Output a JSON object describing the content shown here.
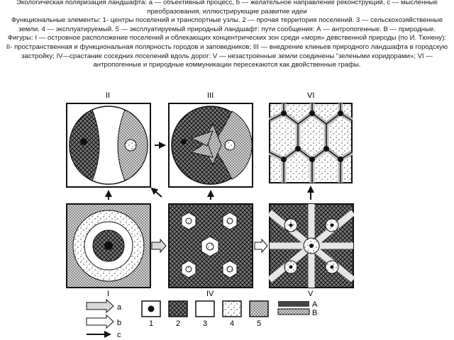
{
  "caption": {
    "line1": "Экологическая поляризация ландшафта: а — объективный процесс, b — желательное направление реконструкций, с — мысленные преобразования, иллюстрирующие развитие идеи",
    "line2": "Функциональные элементы: 1- центры поселений и транспортные узлы. 2 — прочая территория поселений. 3 — сельскохозяйственные земли. 4 — эксплуатируемый. 5 — эксплуатируемый природный ландшафт: пути сообщения: А — антропогенные. В — природные.",
    "line3": "Фигуры: I — островное расположение поселений и облекающих концентрических зон среди «моря» девственной природы (по И. Тюнену): II- пространственная и функциональная полярность городов и заповедников; III — внедрение клиньев природного ландшафта в городскую застройку; IV—срастание соседних поселений вдоль дорог: V — незастроенные земли соединены “зелеными коридорами»; VI — антропогенные и природные коммуникации пересекаются как двойственные графы."
  },
  "figures": {
    "I": "I",
    "II": "II",
    "III": "III",
    "IV": "IV",
    "V": "V",
    "VI": "VI"
  },
  "legend": {
    "arrow_a": "a",
    "arrow_b": "b",
    "arrow_c": "c",
    "n1": "1",
    "n2": "2",
    "n3": "3",
    "n4": "4",
    "n5": "5",
    "path_A": "A",
    "path_B": "B"
  }
}
